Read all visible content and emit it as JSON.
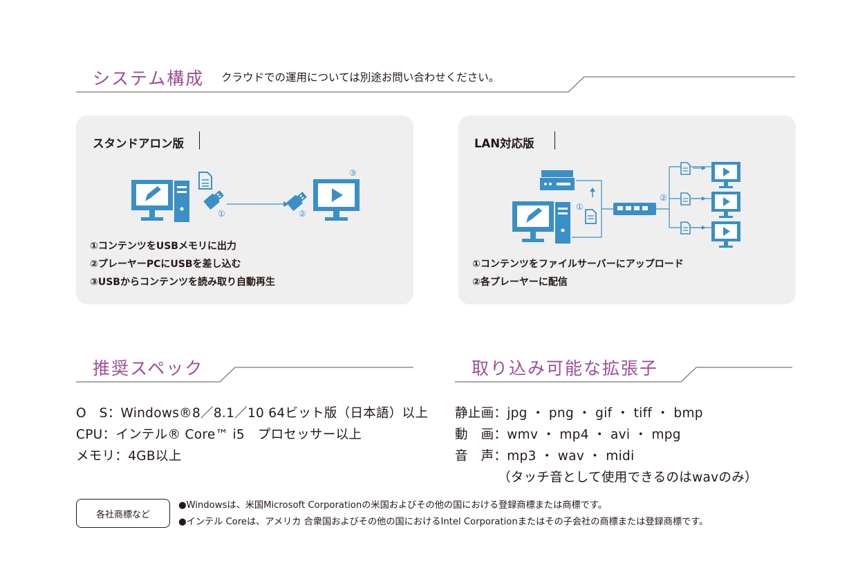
{
  "system": {
    "title": "システム構成",
    "note": "クラウドでの運用については別途お問い合わせください。"
  },
  "standalone": {
    "title": "スタンドアロン版",
    "markers": [
      "①",
      "②",
      "③"
    ],
    "steps": [
      "①コンテンツをUSBメモリに出力",
      "②プレーヤーPCにUSBを差し込む",
      "③USBからコンテンツを読み取り自動再生"
    ]
  },
  "lan": {
    "title": "LAN対応版",
    "markers": [
      "①",
      "②"
    ],
    "steps": [
      "①コンテンツをファイルサーバーにアップロード",
      "②各プレーヤーに配信"
    ]
  },
  "specs": {
    "title": "推奨スペック",
    "rows": [
      "O　S：Windows®8／8.1／10 64ビット版（日本語）以上",
      "CPU：インテル® Core™ i5　プロセッサー以上",
      "メモリ：4GB以上"
    ]
  },
  "extensions": {
    "title": "取り込み可能な拡張子",
    "rows": [
      "静止画：jpg ・ png ・ gif ・ tiff ・ bmp",
      "動　画：wmv ・ mp4 ・ avi ・ mpg",
      "音　声：mp3 ・ wav ・ midi",
      "（タッチ音として使用できるのはwavのみ）"
    ]
  },
  "trademarks": {
    "label": "各社商標など",
    "notes": [
      "●Windowsは、米国Microsoft Corporationの米国およびその他の国における登録商標または商標です。",
      "●インテル Coreは、アメリカ 合衆国およびその他の国におけるIntel Corporationまたはその子会社の商標または登録商標です。"
    ]
  },
  "colors": {
    "heading": "#9b4f96",
    "icon": "#3a8fc7",
    "card_bg": "#efefef",
    "text": "#231815"
  },
  "icons": [
    "pc-edit-icon",
    "file-icon",
    "usb-stick-icon",
    "monitor-play-icon",
    "server-icon",
    "network-hub-icon"
  ]
}
